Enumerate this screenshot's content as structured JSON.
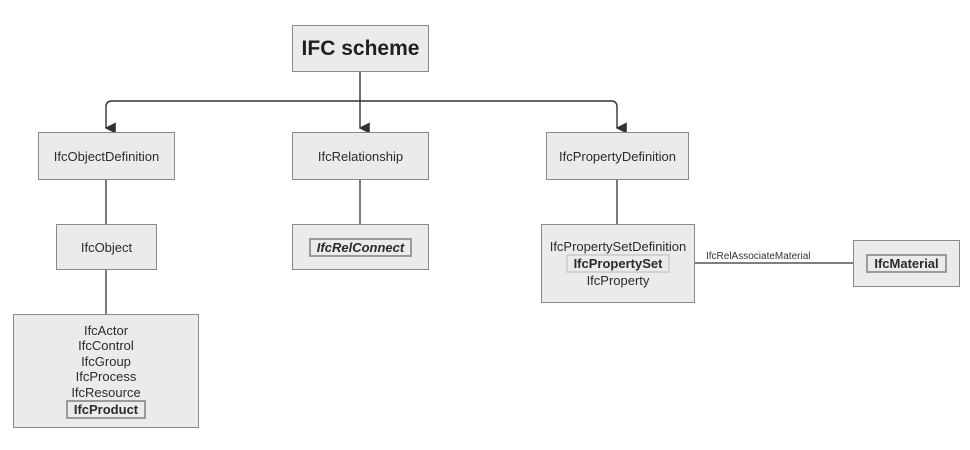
{
  "diagram": {
    "root": {
      "label": "IFC scheme"
    },
    "object_definition": {
      "label": "IfcObjectDefinition"
    },
    "relationship": {
      "label": "IfcRelationship"
    },
    "property_definition": {
      "label": "IfcPropertyDefinition"
    },
    "object": {
      "label": "IfcObject"
    },
    "rel_connect": {
      "label": "IfcRelConnect"
    },
    "property_group": {
      "items": [
        "IfcPropertySetDefinition",
        "IfcPropertySet",
        "IfcProperty"
      ]
    },
    "object_subtypes": {
      "items": [
        "IfcActor",
        "IfcControl",
        "IfcGroup",
        "IfcProcess",
        "IfcResource",
        "IfcProduct"
      ]
    },
    "material": {
      "label": "IfcMaterial"
    },
    "edge_label": "IfcRelAssociateMaterial"
  },
  "colors": {
    "node_fill": "#ebebeb",
    "node_border": "#8a8a8a",
    "connector": "#333333",
    "highlight_border": "#9a9a9a"
  }
}
